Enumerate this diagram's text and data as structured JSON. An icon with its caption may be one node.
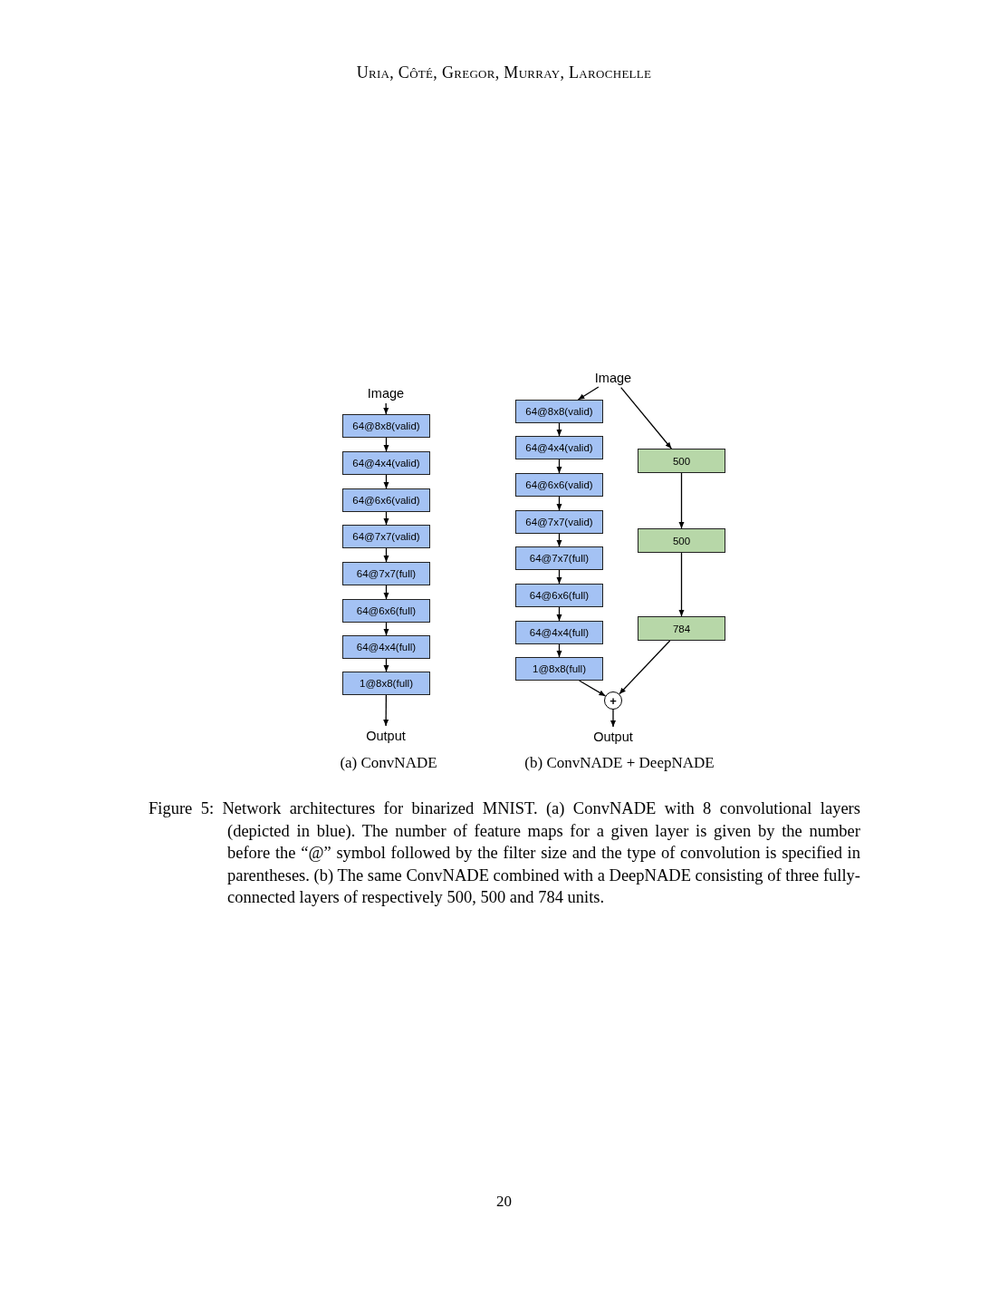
{
  "diagram": {
    "caption": "Figure 5: Network architectures for binarized MNIST. (a) ConvNADE with 8 convolutional layers (depicted in blue). The number of feature maps for a given layer is given by the number before the “@” symbol followed by the filter size and the type of convolution is specified in parentheses. (b) The same ConvNADE combined with a DeepNADE consisting of three fully-connected layers of respectively 500, 500 and 784 units.",
    "nodes": [
      {
        "text": [
          "Image"
        ]
      },
      {
        "text": [
          "64@8x8(valid)"
        ]
      },
      {
        "text": [
          "64@4x4(valid)"
        ]
      },
      {
        "text": [
          "64@6x6(valid)"
        ]
      },
      {
        "text": [
          "64@7x7(valid)"
        ]
      },
      {
        "text": [
          "64@7x7(full)"
        ]
      },
      {
        "text": [
          "64@6x6(full)"
        ]
      },
      {
        "text": [
          "64@4x4(full)"
        ]
      },
      {
        "text": [
          "1@8x8(full)"
        ]
      },
      {
        "text": [
          "Output"
        ]
      },
      {
        "text": [
          "Image"
        ]
      },
      {
        "text": [
          "64@8x8(valid)"
        ]
      },
      {
        "text": [
          "64@4x4(valid)"
        ]
      },
      {
        "text": [
          "64@6x6(valid)"
        ]
      },
      {
        "text": [
          "64@7x7(valid)"
        ]
      },
      {
        "text": [
          "64@7x7(full)"
        ]
      },
      {
        "text": [
          "64@6x6(full)"
        ]
      },
      {
        "text": [
          "64@4x4(full)"
        ]
      },
      {
        "text": [
          "1@8x8(full)"
        ]
      },
      {
        "text": [
          "500"
        ]
      },
      {
        "text": [
          "500"
        ]
      },
      {
        "text": [
          "784"
        ]
      },
      {
        "text": [
          "+"
        ]
      },
      {
        "text": [
          "Output"
        ]
      }
    ],
    "edges": [
      {
        "from": 0,
        "to": 1,
        "arrow": "to"
      },
      {
        "from": 1,
        "to": 2,
        "arrow": "to"
      },
      {
        "from": 2,
        "to": 3,
        "arrow": "to"
      },
      {
        "from": 3,
        "to": 4,
        "arrow": "to"
      },
      {
        "from": 4,
        "to": 5,
        "arrow": "to"
      },
      {
        "from": 5,
        "to": 6,
        "arrow": "to"
      },
      {
        "from": 6,
        "to": 7,
        "arrow": "to"
      },
      {
        "from": 7,
        "to": 8,
        "arrow": "to"
      },
      {
        "from": 8,
        "to": 9,
        "arrow": "to"
      },
      {
        "from": 10,
        "to": 11,
        "arrow": "to"
      },
      {
        "from": 10,
        "to": 19,
        "arrow": "to"
      },
      {
        "from": 11,
        "to": 12,
        "arrow": "to"
      },
      {
        "from": 12,
        "to": 13,
        "arrow": "to"
      },
      {
        "from": 13,
        "to": 14,
        "arrow": "to"
      },
      {
        "from": 14,
        "to": 15,
        "arrow": "to"
      },
      {
        "from": 15,
        "to": 16,
        "arrow": "to"
      },
      {
        "from": 16,
        "to": 17,
        "arrow": "to"
      },
      {
        "from": 17,
        "to": 18,
        "arrow": "to"
      },
      {
        "from": 19,
        "to": 20,
        "arrow": "to"
      },
      {
        "from": 20,
        "to": 21,
        "arrow": "to"
      },
      {
        "from": 18,
        "to": 22,
        "arrow": "to"
      },
      {
        "from": 21,
        "to": 22,
        "arrow": "to"
      },
      {
        "from": 22,
        "to": 23,
        "arrow": "to"
      }
    ],
    "labels": [
      "Uria, Côté, Gregor, Murray, Larochelle",
      "(a) ConvNADE",
      "(b) ConvNADE + DeepNADE",
      "20"
    ]
  }
}
